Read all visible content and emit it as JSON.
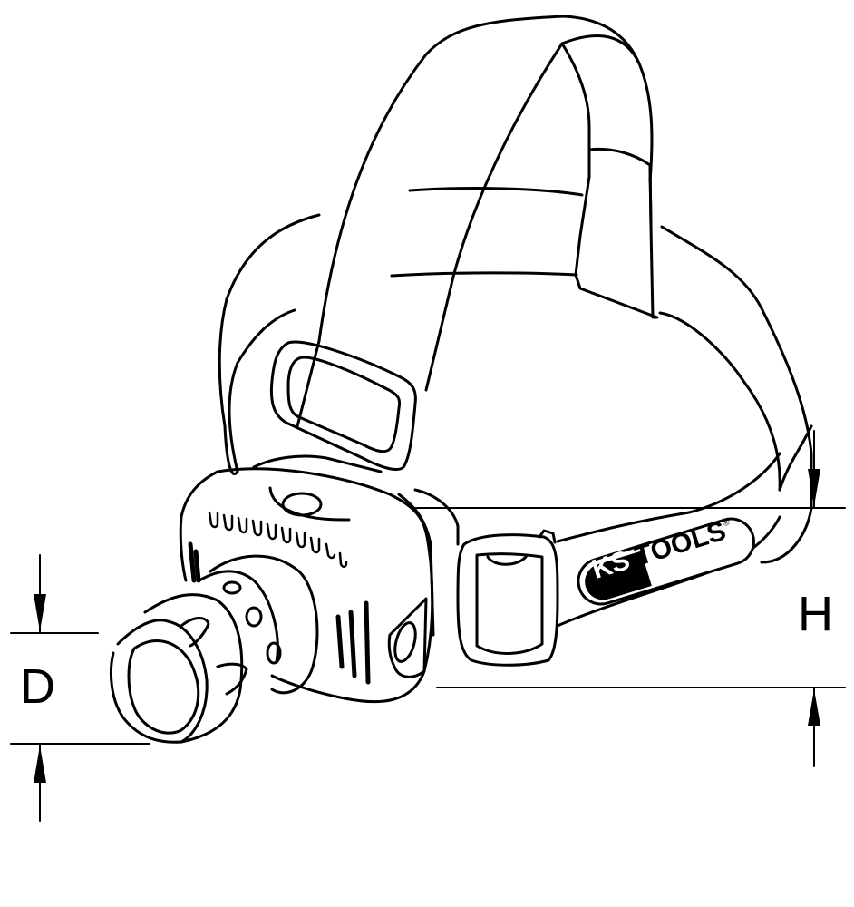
{
  "figure": {
    "subject": "headlamp technical line drawing",
    "stroke_color": "#000000",
    "background_color": "#ffffff"
  },
  "dimensions": {
    "diameter": {
      "label": "D"
    },
    "height": {
      "label": "H"
    }
  },
  "brand_logo": {
    "prefix": "KS",
    "suffix": "TOOLS",
    "registered_mark": "®"
  }
}
